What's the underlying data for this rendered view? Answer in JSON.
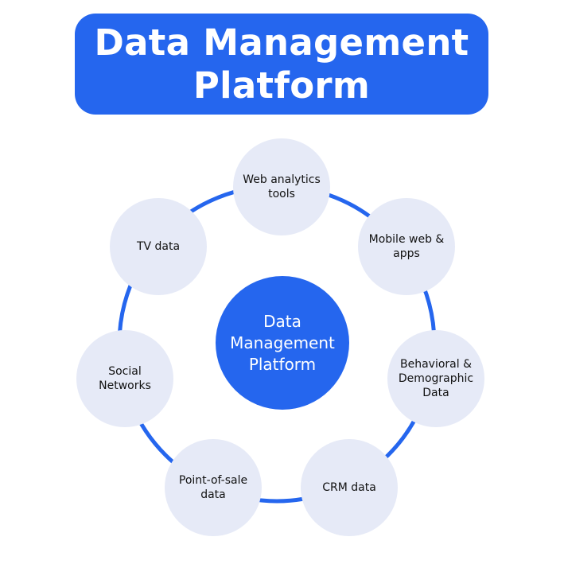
{
  "title": {
    "line1": "Data Management",
    "line2": "Platform"
  },
  "hub": {
    "label": "Data\nManagement\nPlatform"
  },
  "nodes": [
    {
      "label": "Web analytics\ntools"
    },
    {
      "label": "Mobile web &\napps"
    },
    {
      "label": "Behavioral &\nDemographic\nData"
    },
    {
      "label": "CRM data"
    },
    {
      "label": "Point-of-sale\ndata"
    },
    {
      "label": "Social\nNetworks"
    },
    {
      "label": "TV data"
    }
  ],
  "colors": {
    "accent": "#2566ee",
    "node_fill": "#e6eaf7",
    "text": "#111111",
    "title_text": "#ffffff"
  }
}
